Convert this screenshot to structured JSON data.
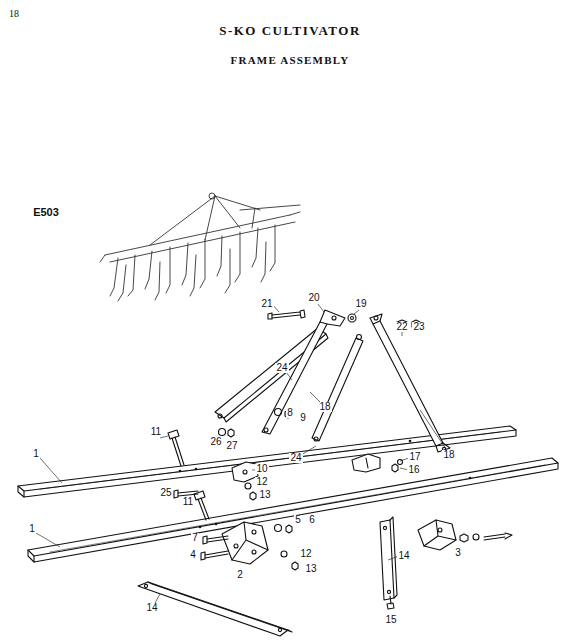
{
  "diagram": {
    "title": "S-KO CULTIVATOR",
    "labels": [
      "18",
      "FRAME ASSEMBLY",
      "E503",
      "21",
      "20",
      "19",
      "22",
      "23",
      "24",
      "18",
      "24",
      "18",
      "26",
      "27",
      "8",
      "9",
      "11",
      "1",
      "10",
      "12",
      "13",
      "17",
      "16",
      "25",
      "11",
      "1",
      "5",
      "6",
      "7",
      "4",
      "12",
      "13",
      "2",
      "3",
      "14",
      "15",
      "14"
    ]
  }
}
